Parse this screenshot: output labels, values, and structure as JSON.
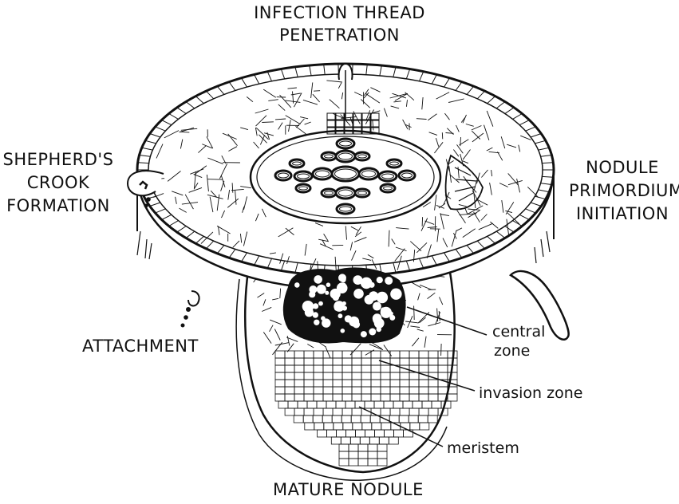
{
  "labels": {
    "infection": [
      "INFECTION THREAD",
      "PENETRATION"
    ],
    "shepherd": [
      "SHEPHERD'S",
      "CROOK",
      "FORMATION"
    ],
    "nodule_primordium": [
      "NODULE",
      "PRIMORDIUM",
      "INITIATION"
    ],
    "attachment": "ATTACHMENT",
    "mature": "MATURE NODULE",
    "central_zone": [
      "central",
      "zone"
    ],
    "invasion_zone": "invasion zone",
    "meristem": "meristem"
  },
  "colors": {
    "ink": "#111111",
    "paper": "#ffffff"
  }
}
